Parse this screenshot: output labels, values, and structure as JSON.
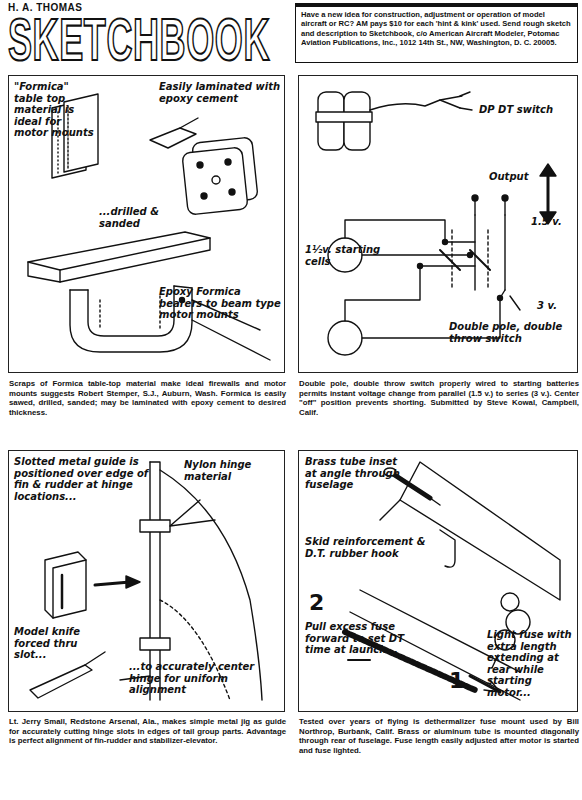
{
  "diagram": {
    "title": "SKETCHBOOK",
    "nodes": [
      {
        "text": [
          "Have a new idea for construction, adjustment or operation of model aircraft or RC? AM pays $10 for each 'hint & kink' used. Send rough sketch and description to Sketchbook, c/o American Aircraft Modeler, Potomac Aviation Publications, Inc., 1012 14th St., NW, Washington, D. C. 20005."
        ]
      },
      {
        "text": [
          "\"Formica\" table top material is ideal for motor mounts",
          "Easily laminated with epoxy cement",
          "...drilled & sanded",
          "Epoxy Formica bearers to beam type motor mounts",
          "Scraps of Formica table-top material make ideal firewalls and motor mounts suggests Robert Stemper, S.J., Auburn, Wash. Formica is easily sawed, drilled, sanded; may be laminated with epoxy cement to desired thickness."
        ]
      },
      {
        "text": [
          "DP DT switch",
          "Output",
          "1½v. starting cells",
          "1.5 v.",
          "3 v.",
          "Double pole, double throw switch",
          "Double pole, double throw switch properly wired to starting batteries permits instant voltage change from parallel (1.5 v.) to series (3 v.). Center \"off\" position prevents shorting. Submitted by Steve Kowal, Campbell, Calif."
        ]
      },
      {
        "text": [
          "Slotted metal guide is positioned over edge of fin & rudder at hinge locations...",
          "Nylon hinge material",
          "Model knife forced thru slot...",
          "...to accurately center hinge for uniform alignment",
          "Lt. Jerry Small, Redstone Arsenal, Ala., makes simple metal jig as guide for accurately cutting hinge slots in edges of tail group parts. Advantage is perfect alignment of fin-rudder and stabilizer-elevator."
        ]
      },
      {
        "text": [
          "Brass tube inset at angle through fuselage",
          "Skid reinforcement & D.T. rubber hook",
          "2",
          "Pull excess fuse forward to set DT time at launch...",
          "1",
          "Light fuse with extra length extending at rear while starting motor...",
          "Tested over years of flying is dethermalizer fuse mount used by Bill Northrop, Burbank, Calif. Brass or aluminum tube is mounted diagonally through rear of fuselage. Fuse length easily adjusted after motor is started and fuse lighted."
        ]
      }
    ],
    "labels": [
      "H. A. THOMAS"
    ]
  }
}
